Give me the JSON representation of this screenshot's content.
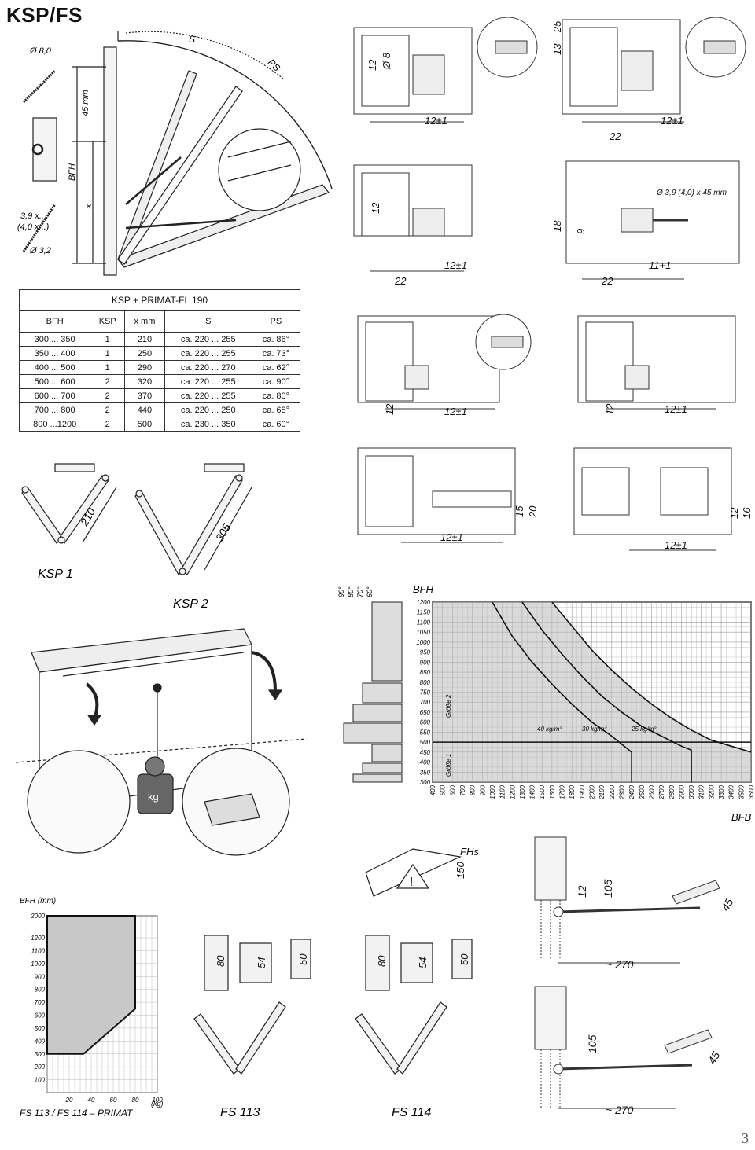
{
  "header": {
    "title": "KSP/FS"
  },
  "page_number": "3",
  "top_left_drawing": {
    "labels": [
      "Ø 8,0",
      "45 mm",
      "BFH",
      "x",
      "3,9 x...",
      "(4,0 x...)",
      "Ø 3,2",
      "S",
      "PS"
    ]
  },
  "spec_table": {
    "caption": "KSP + PRIMAT-FL 190",
    "headers": [
      "BFH",
      "KSP",
      "x mm",
      "S",
      "PS"
    ],
    "rows": [
      [
        "300 ... 350",
        "1",
        "210",
        "ca. 220 ... 255",
        "ca. 86°"
      ],
      [
        "350 ... 400",
        "1",
        "250",
        "ca. 220 ... 255",
        "ca. 73°"
      ],
      [
        "400 ... 500",
        "1",
        "290",
        "ca. 220 ... 270",
        "ca. 62°"
      ],
      [
        "500 ... 600",
        "2",
        "320",
        "ca. 220 ... 255",
        "ca. 90°"
      ],
      [
        "600 ... 700",
        "2",
        "370",
        "ca. 220 ... 255",
        "ca. 80°"
      ],
      [
        "700 ... 800",
        "2",
        "440",
        "ca. 220 ... 250",
        "ca. 68°"
      ],
      [
        "800 ...1200",
        "2",
        "500",
        "ca. 230 ... 350",
        "ca. 60°"
      ]
    ]
  },
  "ksp_arms": [
    {
      "name": "KSP 1",
      "length": "210"
    },
    {
      "name": "KSP 2",
      "length": "305"
    }
  ],
  "profile_dims": {
    "d1": [
      "12",
      "Ø 8",
      "12±1"
    ],
    "d2": [
      "13 – 25",
      "22",
      "12±1"
    ],
    "d3": [
      "12",
      "22",
      "12±1"
    ],
    "d4": [
      "Ø 3,9 (4,0) x 45 mm",
      "18",
      "9",
      "22",
      "11+1"
    ],
    "d5": [
      "12",
      "12±1"
    ],
    "d6": [
      "12",
      "12±1"
    ],
    "d7": [
      "15",
      "20",
      "12±1"
    ],
    "d8": [
      "12",
      "16",
      "12±1"
    ]
  },
  "weight_label": "kg",
  "ps_scale": [
    "90°",
    "80°",
    "70°",
    "60°"
  ],
  "chart_data": [
    {
      "type": "line",
      "title": "",
      "ylabel": "BFH",
      "xlabel": "BFB",
      "x_ticks": [
        "400",
        "500",
        "600",
        "700",
        "800",
        "900",
        "1000",
        "1100",
        "1200",
        "1300",
        "1400",
        "1500",
        "1600",
        "1700",
        "1800",
        "1900",
        "2000",
        "2100",
        "2200",
        "2300",
        "2400",
        "2500",
        "2600",
        "2700",
        "2800",
        "2900",
        "3000",
        "3100",
        "3200",
        "3300",
        "3400",
        "3500",
        "3600"
      ],
      "y_ticks": [
        "300",
        "350",
        "400",
        "450",
        "500",
        "550",
        "600",
        "650",
        "700",
        "750",
        "800",
        "850",
        "900",
        "950",
        "1000",
        "1050",
        "1100",
        "1150",
        "1200"
      ],
      "xlim": [
        400,
        3600
      ],
      "ylim": [
        300,
        1200
      ],
      "zones": [
        "Größe 1",
        "Größe 2"
      ],
      "series": [
        {
          "name": "40 kg/m²",
          "x": [
            1000,
            1200,
            1400,
            1600,
            1800,
            2000,
            2200,
            2400,
            2400
          ],
          "y": [
            1200,
            1030,
            900,
            790,
            690,
            600,
            530,
            450,
            300
          ]
        },
        {
          "name": "30 kg/m²",
          "x": [
            1300,
            1500,
            1700,
            1900,
            2100,
            2300,
            2500,
            2700,
            2900,
            3000,
            3000
          ],
          "y": [
            1200,
            1060,
            940,
            830,
            730,
            650,
            580,
            530,
            480,
            460,
            300
          ]
        },
        {
          "name": "25 kg/m²",
          "x": [
            1600,
            1800,
            2000,
            2200,
            2400,
            2600,
            2800,
            3000,
            3200,
            3400,
            3600
          ],
          "y": [
            1200,
            1080,
            960,
            860,
            770,
            690,
            620,
            560,
            510,
            480,
            450
          ]
        }
      ]
    },
    {
      "type": "area",
      "title": "",
      "ylabel": "BFH (mm)",
      "xlabel": "(kg)",
      "x_ticks": [
        "20",
        "40",
        "60",
        "80",
        "100"
      ],
      "y_ticks": [
        "100",
        "200",
        "300",
        "400",
        "500",
        "600",
        "700",
        "800",
        "900",
        "1000",
        "1100",
        "1200",
        "2000"
      ],
      "caption": "FS 113 / FS 114 – PRIMAT",
      "series": [
        {
          "name": "",
          "x": [
            0,
            33,
            80,
            80,
            0
          ],
          "y": [
            300,
            300,
            650,
            2000,
            2000
          ]
        }
      ]
    }
  ],
  "fs_dims": {
    "d80": "80",
    "d54": "54",
    "d50": "50",
    "labels": [
      "FS 113",
      "FS 114"
    ],
    "fhs": "FHs",
    "d150": "150",
    "d12": "12",
    "d105": "105",
    "d45": "45",
    "d270": "~ 270"
  }
}
